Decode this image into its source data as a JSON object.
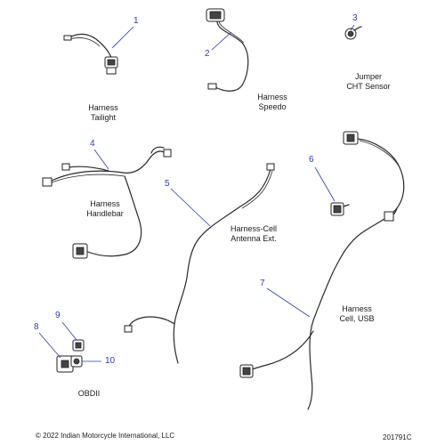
{
  "parts": [
    {
      "id": "tailight",
      "callout": "1",
      "label": "Harness\nTailight"
    },
    {
      "id": "speedo",
      "callout": "2",
      "label": "Harness\nSpeedo"
    },
    {
      "id": "cht",
      "callout": "3",
      "label": "Jumper\nCHT Sensor"
    },
    {
      "id": "handlebar",
      "callout": "4",
      "label": "Harness\nHandlebar"
    },
    {
      "id": "cell-antenna",
      "callout": "5",
      "label": "Harness-Cell\nAntenna Ext."
    },
    {
      "id": "part6",
      "callout": "6",
      "label": ""
    },
    {
      "id": "cell-usb",
      "callout": "7",
      "label": "Harness\nCell, USB"
    },
    {
      "id": "obd8",
      "callout": "8",
      "label": ""
    },
    {
      "id": "obd9",
      "callout": "9",
      "label": ""
    },
    {
      "id": "obd10",
      "callout": "10",
      "label": ""
    }
  ],
  "obd_label": "OBDII",
  "footer": {
    "copyright": "© 2022 Indian Motorcycle International, LLC",
    "drawing_id": "201791C"
  }
}
